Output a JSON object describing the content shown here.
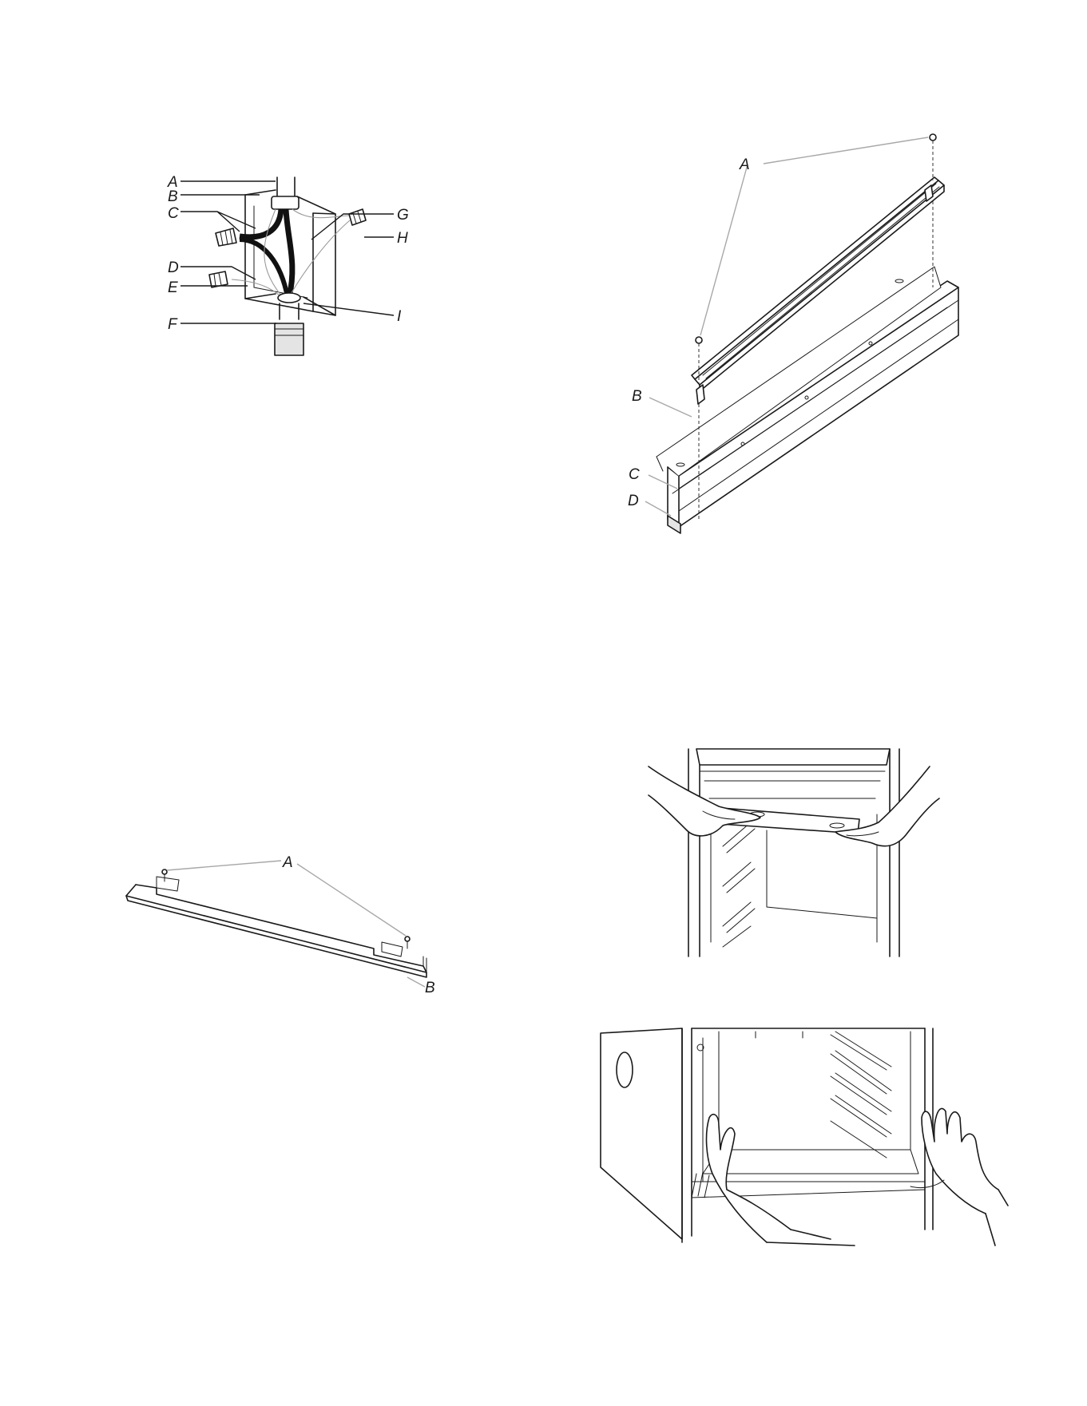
{
  "figures": {
    "junction_box": {
      "labels": [
        "A",
        "B",
        "C",
        "D",
        "E",
        "F",
        "G",
        "H",
        "I"
      ]
    },
    "trim_strip": {
      "labels": [
        "A",
        "B",
        "C",
        "D"
      ]
    },
    "bottom_bracket": {
      "labels": [
        "A",
        "B"
      ]
    },
    "hands_top": {},
    "hands_sides": {}
  }
}
